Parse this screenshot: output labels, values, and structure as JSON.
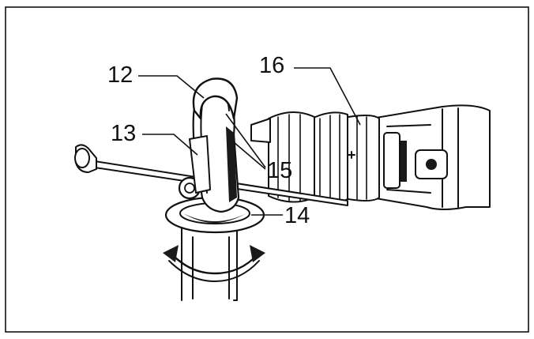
{
  "callouts": [
    {
      "id": "12",
      "label": "12"
    },
    {
      "id": "13",
      "label": "13"
    },
    {
      "id": "14",
      "label": "14"
    },
    {
      "id": "15",
      "label": "15"
    },
    {
      "id": "16",
      "label": "16"
    }
  ]
}
